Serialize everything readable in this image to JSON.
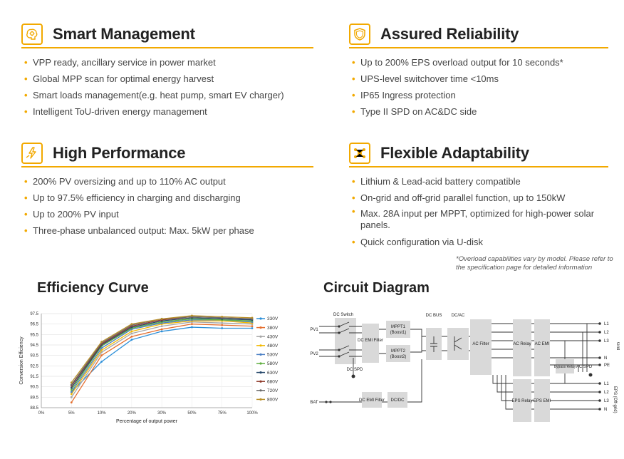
{
  "sections": {
    "smart": {
      "title": "Smart Management",
      "icon": "brain-gear-icon",
      "items": [
        "VPP ready, ancillary service in power market",
        "Global MPP scan for optimal energy harvest",
        "Smart loads management(e.g. heat pump, smart EV charger)",
        "Intelligent ToU-driven energy management"
      ]
    },
    "reliability": {
      "title": "Assured Reliability",
      "icon": "shield-icon",
      "items": [
        "Up to 200% EPS overload output for 10 seconds*",
        "UPS-level switchover time <10ms",
        "IP65 Ingress protection",
        "Type II SPD on AC&DC side"
      ]
    },
    "performance": {
      "title": "High Performance",
      "icon": "lightning-hand-icon",
      "items": [
        "200% PV oversizing and up to 110% AC output",
        "Up to 97.5% efficiency in charging and discharging",
        "Up to 200% PV input",
        "Three-phase unbalanced output: Max. 5kW per phase"
      ]
    },
    "flexible": {
      "title": "Flexible Adaptability",
      "icon": "network-nodes-icon",
      "items": [
        "Lithium & Lead-acid battery compatible",
        "On-grid and off-grid parallel function, up to 150kW",
        "Max. 28A input per MPPT, optimized for high-power solar panels.",
        "Quick configuration via U-disk"
      ]
    }
  },
  "note": {
    "line1": "*Overload capabilities vary by model. Please refer to",
    "line2": "the specification page for detailed information"
  },
  "efficiency_title": "Efficiency Curve",
  "circuit_title": "Circuit Diagram",
  "colors": {
    "accent": "#f2a900"
  },
  "chart_data": {
    "type": "line",
    "title": "Efficiency Curve",
    "xlabel": "Percentage of output power",
    "ylabel": "Conversion Efficiency",
    "categories": [
      "0%",
      "5%",
      "10%",
      "20%",
      "30%",
      "50%",
      "75%",
      "100%"
    ],
    "ylim": [
      88.5,
      97.5
    ],
    "yticks": [
      "97.5",
      "96.5",
      "95.5",
      "94.5",
      "93.5",
      "92.5",
      "91.5",
      "90.5",
      "89.5",
      "88.5"
    ],
    "grid": true,
    "legend_position": "right",
    "series": [
      {
        "name": "330V",
        "color": "#2b8fd9",
        "values": [
          null,
          90.0,
          92.9,
          95.0,
          95.8,
          96.2,
          96.1,
          96.1
        ]
      },
      {
        "name": "380V",
        "color": "#e56f2f",
        "values": [
          null,
          89.0,
          93.5,
          95.3,
          96.0,
          96.5,
          96.4,
          96.3
        ]
      },
      {
        "name": "430V",
        "color": "#a6a6a6",
        "values": [
          null,
          89.5,
          93.8,
          95.6,
          96.3,
          96.7,
          96.6,
          96.5
        ]
      },
      {
        "name": "480V",
        "color": "#f2b800",
        "values": [
          null,
          89.8,
          94.0,
          95.8,
          96.5,
          96.8,
          96.8,
          96.6
        ]
      },
      {
        "name": "530V",
        "color": "#4a7fc4",
        "values": [
          null,
          90.0,
          94.2,
          96.0,
          96.6,
          96.9,
          96.9,
          96.7
        ]
      },
      {
        "name": "580V",
        "color": "#5fae3f",
        "values": [
          null,
          90.2,
          94.4,
          96.1,
          96.7,
          97.0,
          96.9,
          96.8
        ]
      },
      {
        "name": "630V",
        "color": "#27486b",
        "values": [
          null,
          90.4,
          94.5,
          96.2,
          96.8,
          97.1,
          97.0,
          96.9
        ]
      },
      {
        "name": "680V",
        "color": "#8f3a2a",
        "values": [
          null,
          90.6,
          94.6,
          96.3,
          96.9,
          97.2,
          97.1,
          97.0
        ]
      },
      {
        "name": "720V",
        "color": "#6b6b6b",
        "values": [
          null,
          90.7,
          94.7,
          96.4,
          97.0,
          97.2,
          97.1,
          97.0
        ]
      },
      {
        "name": "800V",
        "color": "#b9902a",
        "values": [
          null,
          90.9,
          94.8,
          96.5,
          97.0,
          97.3,
          97.2,
          97.1
        ]
      }
    ]
  },
  "circuit": {
    "labels": {
      "dc_switch": "DC Switch",
      "pv1": "PV1",
      "pv2": "PV2",
      "bat": "BAT",
      "dc_emi_filter_1": "DC EMI Filter",
      "dc_spd": "DC SPD",
      "mppt1_a": "MPPT1",
      "mppt1_b": "(Boost1)",
      "mppt2_a": "MPPT2",
      "mppt2_b": "(Boost2)",
      "dc_emi_filter_2": "DC EMI Filter",
      "dcdc": "DC/DC",
      "dc_bus": "DC BUS",
      "dc_ac": "DC/AC",
      "ac_filter": "AC Filter",
      "ac_relay": "AC Relay",
      "ac_emi": "AC EMI",
      "bypass_relay": "Bypass Relay",
      "ac_spd": "AC SPD",
      "eps_relay": "EPS Relay",
      "eps_emi": "EPS EMI",
      "grid": "Grid",
      "eps_offgrid": "EPS (Off-grid)",
      "grid_lines": [
        "L1",
        "L2",
        "L3",
        "N",
        "PE"
      ],
      "eps_lines": [
        "L1",
        "L2",
        "L3",
        "N"
      ]
    }
  }
}
